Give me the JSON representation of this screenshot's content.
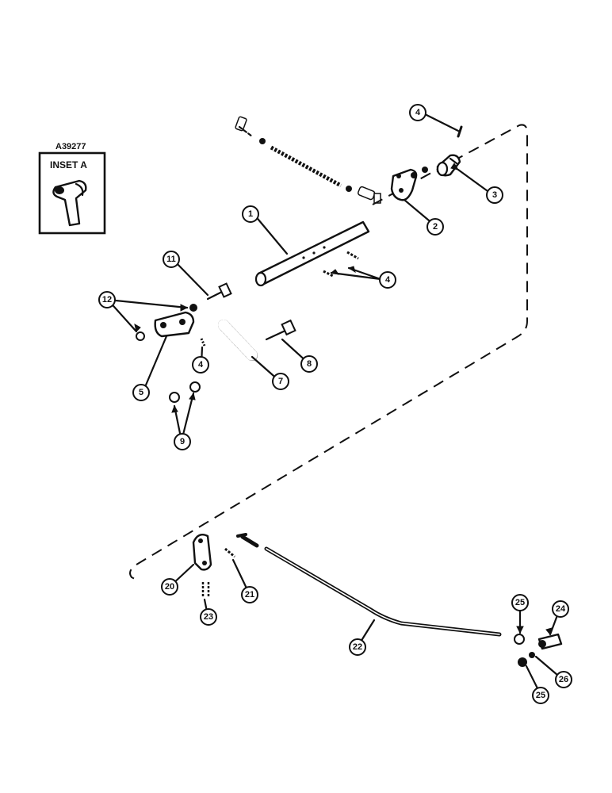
{
  "figure": {
    "code": "A39277",
    "inset_title": "INSET A"
  },
  "callouts": [
    {
      "id": "c1",
      "label": "1"
    },
    {
      "id": "c2",
      "label": "2"
    },
    {
      "id": "c3",
      "label": "3"
    },
    {
      "id": "c4a",
      "label": "4"
    },
    {
      "id": "c4b",
      "label": "4"
    },
    {
      "id": "c4c",
      "label": "4"
    },
    {
      "id": "c5",
      "label": "5"
    },
    {
      "id": "c7",
      "label": "7"
    },
    {
      "id": "c8",
      "label": "8"
    },
    {
      "id": "c9",
      "label": "9"
    },
    {
      "id": "c11",
      "label": "11"
    },
    {
      "id": "c12",
      "label": "12"
    },
    {
      "id": "c20",
      "label": "20"
    },
    {
      "id": "c21",
      "label": "21"
    },
    {
      "id": "c22",
      "label": "22"
    },
    {
      "id": "c23",
      "label": "23"
    },
    {
      "id": "c24",
      "label": "24"
    },
    {
      "id": "c25a",
      "label": "25"
    },
    {
      "id": "c25b",
      "label": "25"
    },
    {
      "id": "c26",
      "label": "26"
    }
  ]
}
